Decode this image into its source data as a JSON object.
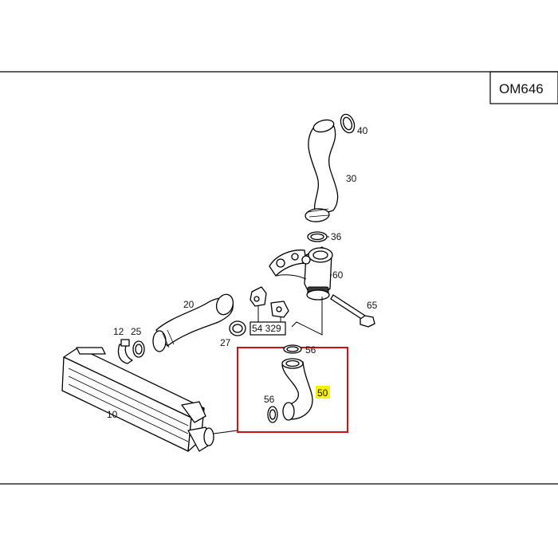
{
  "engine_code": "OM646",
  "colors": {
    "highlight_frame": "#d01010",
    "highlight_label": "#f7f200"
  },
  "parts": {
    "p10": "10",
    "p12": "12",
    "p20": "20",
    "p25": "25",
    "p27": "27",
    "p30": "30",
    "p36": "36",
    "p40": "40",
    "p50": "50",
    "p54_329": "54 329",
    "p56_top": "56",
    "p56_left": "56",
    "p60": "60",
    "p65": "65"
  }
}
